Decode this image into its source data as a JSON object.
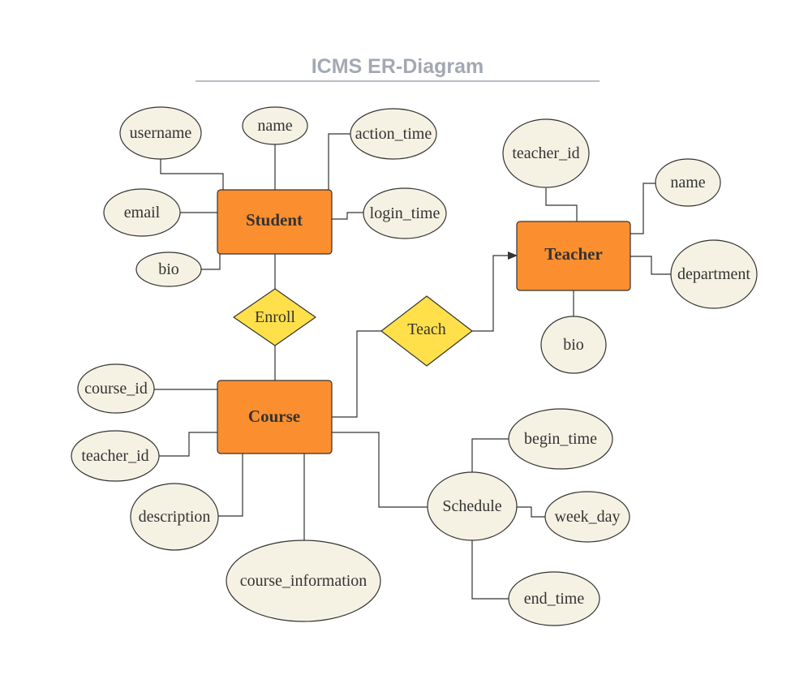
{
  "title": "ICMS ER-Diagram",
  "entities": {
    "student": "Student",
    "teacher": "Teacher",
    "course": "Course",
    "schedule": "Schedule"
  },
  "relationships": {
    "enroll": "Enroll",
    "teach": "Teach"
  },
  "attributes": {
    "student": {
      "username": "username",
      "name": "name",
      "action_time": "action_time",
      "email": "email",
      "login_time": "login_time",
      "bio": "bio"
    },
    "teacher": {
      "teacher_id": "teacher_id",
      "name": "name",
      "department": "department",
      "bio": "bio"
    },
    "course": {
      "course_id": "course_id",
      "teacher_id": "teacher_id",
      "description": "description",
      "course_information": "course_information"
    },
    "schedule": {
      "begin_time": "begin_time",
      "week_day": "week_day",
      "end_time": "end_time"
    }
  },
  "colors": {
    "entity_fill": "#fb8f2f",
    "relationship_fill": "#ffe04a",
    "attribute_fill": "#f5f2e3",
    "title": "#a3a9b2",
    "line": "#333333"
  }
}
